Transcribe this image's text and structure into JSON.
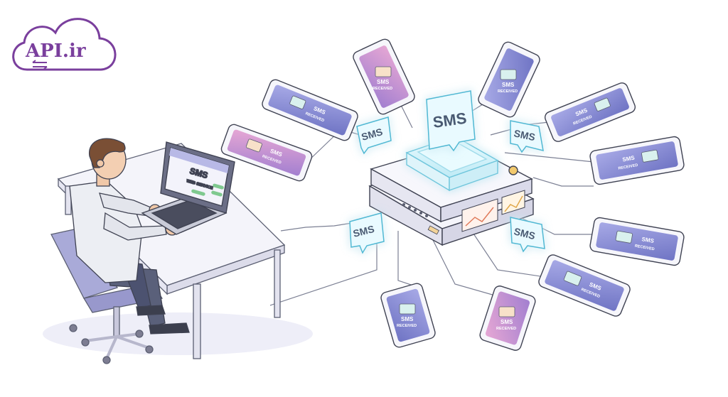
{
  "logo": {
    "text": "API.ir",
    "color": "#7a3f9d"
  },
  "laptop": {
    "title": "SMS",
    "subtitle": "WEB SERVICE"
  },
  "bubbles": {
    "label": "SMS"
  },
  "phones": {
    "line1": "SMS",
    "line2": "RECEIVED"
  },
  "colors": {
    "line": "#5b5f72",
    "glow": "#9fe6f5",
    "phone_screen": "#8b8fd6",
    "chat_bubble": "#d9f1ee",
    "server_body": "#f3f3fa"
  }
}
